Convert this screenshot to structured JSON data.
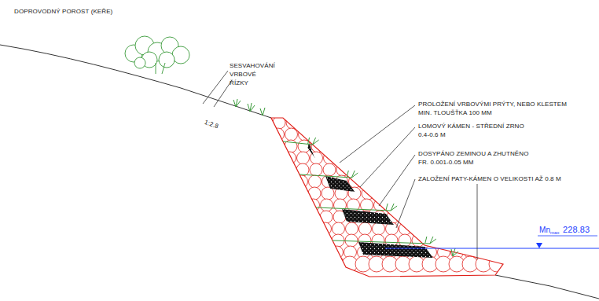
{
  "diagram": {
    "labels": [
      "DOPROVODNÝ POROST (KEŘE)",
      "SESVAHOVÁNÍ VRBOVÉ ŘÍZKY",
      "1:2.8",
      "PROLOŽENÍ VRBOVÝMI PRÝTY, NEBO KLESTEM MIN. TLOUŠŤKA 100 MM",
      "LOMOVÝ KÁMEN - STŘEDNÍ ZRNO 0.4-0.6 M",
      "DOSYPÁNO ZEMINOU A ZHUTNĚNO FR. 0.001-0.05 MM",
      "ZALOŽENÍ PATY-KÁMEN O VELIKOSTI AŽ 0.8 M",
      "Mn",
      "max",
      "228.83"
    ]
  }
}
